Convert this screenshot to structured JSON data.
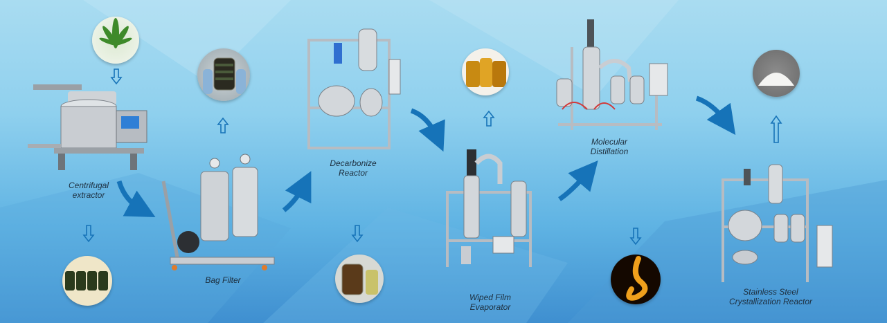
{
  "stages": [
    {
      "id": "centrifugal-extractor",
      "lines": [
        "Centrifugal",
        "extractor"
      ]
    },
    {
      "id": "bag-filter",
      "lines": [
        "Bag Filter"
      ]
    },
    {
      "id": "decarbonize-reactor",
      "lines": [
        "Decarbonize",
        "Reactor"
      ]
    },
    {
      "id": "wiped-film-evaporator",
      "lines": [
        "Wiped Film",
        "Evaporator"
      ]
    },
    {
      "id": "molecular-distillation",
      "lines": [
        "Molecular",
        "Distillation"
      ]
    },
    {
      "id": "crystallization-reactor",
      "lines": [
        "Stainless Steel",
        "Crystallization Reactor"
      ]
    }
  ],
  "product_images": [
    "hemp-leaf-input",
    "extract-jar-photo",
    "amber-oil-vials",
    "crystal-powder-output",
    "green-extract-jars",
    "oil-jars-output",
    "golden-distillate-drip"
  ],
  "colors": {
    "background_top": "#a9dcf1",
    "background_bottom": "#3f8fd0",
    "flow_arrow": "#1673b8",
    "steel": "#c9cdd2",
    "label_text": "#1d2f3f"
  }
}
